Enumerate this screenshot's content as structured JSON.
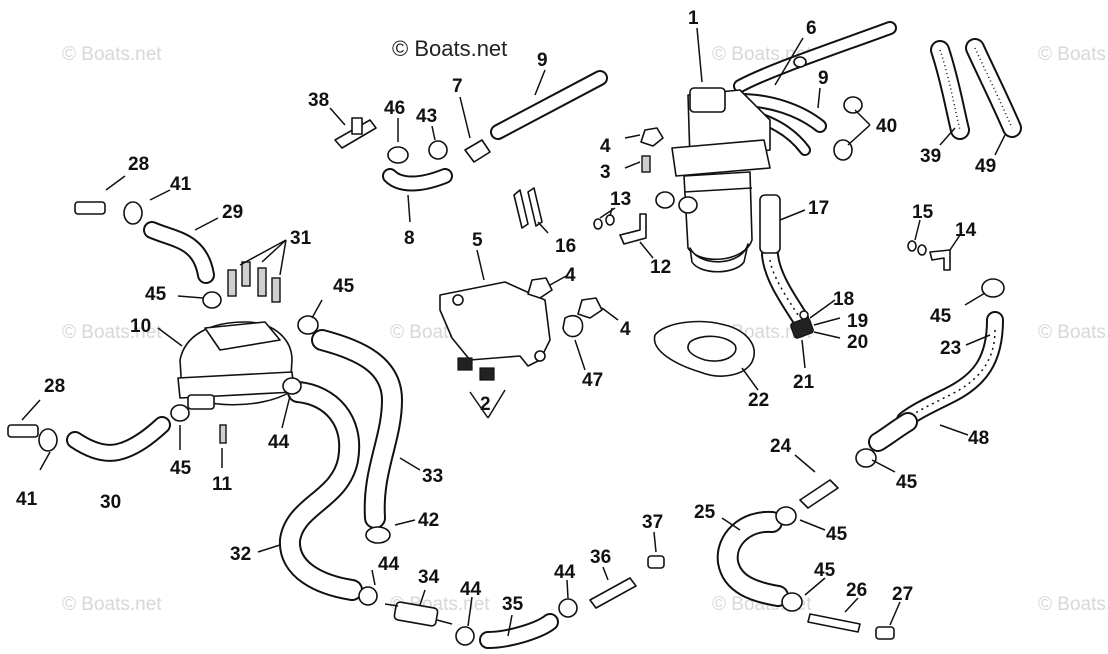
{
  "watermark": {
    "main": "© Boats.net",
    "repeat": "© Boats.net"
  },
  "labels": {
    "l1": "1",
    "l2": "2",
    "l3": "3",
    "l4a": "4",
    "l4b": "4",
    "l4c": "4",
    "l5": "5",
    "l6": "6",
    "l7": "7",
    "l8": "8",
    "l9a": "9",
    "l9b": "9",
    "l10": "10",
    "l11": "11",
    "l12": "12",
    "l13": "13",
    "l14": "14",
    "l15": "15",
    "l16": "16",
    "l17": "17",
    "l18": "18",
    "l19": "19",
    "l20": "20",
    "l21": "21",
    "l22": "22",
    "l23": "23",
    "l24": "24",
    "l25": "25",
    "l26": "26",
    "l27": "27",
    "l28a": "28",
    "l28b": "28",
    "l29": "29",
    "l30": "30",
    "l31": "31",
    "l32": "32",
    "l33": "33",
    "l34": "34",
    "l35": "35",
    "l36": "36",
    "l37": "37",
    "l38": "38",
    "l39": "39",
    "l40": "40",
    "l41a": "41",
    "l41b": "41",
    "l42": "42",
    "l43": "43",
    "l44a": "44",
    "l44b": "44",
    "l44c": "44",
    "l44d": "44",
    "l45a": "45",
    "l45b": "45",
    "l45c": "45",
    "l45d": "45",
    "l45e": "45",
    "l45f": "45",
    "l46": "46",
    "l47": "47",
    "l48": "48",
    "l49": "49"
  }
}
